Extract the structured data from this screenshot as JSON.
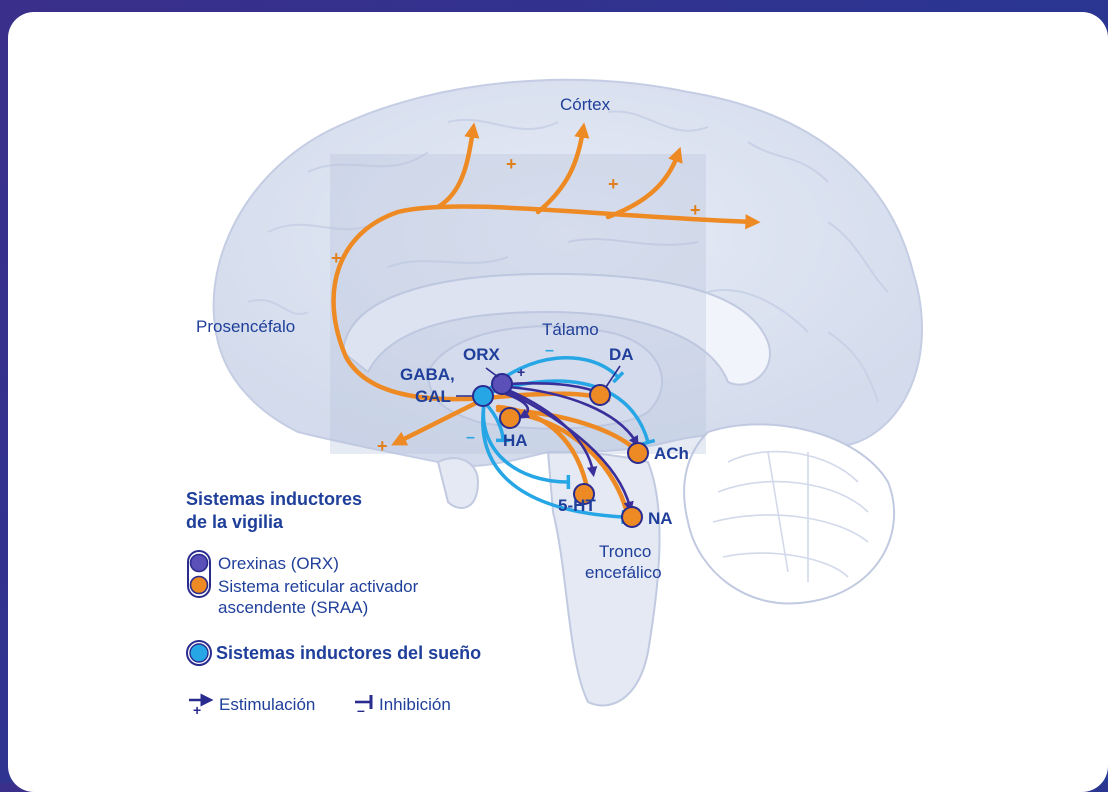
{
  "regions": {
    "cortex": "Córtex",
    "forebrain": "Prosencéfalo",
    "thalamus": "Tálamo",
    "brainstem_line1": "Tronco",
    "brainstem_line2": "encefálico"
  },
  "nuclei": {
    "orx": "ORX",
    "gaba_line1": "GABA,",
    "gaba_line2": "GAL",
    "da": "DA",
    "ha": "HA",
    "ach": "ACh",
    "ht": "5-HT",
    "na": "NA"
  },
  "signs": {
    "plus": "+",
    "minus": "–"
  },
  "legend": {
    "wake_title_line1": "Sistemas inductores",
    "wake_title_line2": "de la vigilia",
    "orexins": "Orexinas (ORX)",
    "sraa_line1": "Sistema reticular activador",
    "sraa_line2": "ascendente (SRAA)",
    "sleep_title": "Sistemas inductores del sueño",
    "stimulation": "Estimulación",
    "inhibition": "Inhibición"
  },
  "colors": {
    "orange": "#ee8a24",
    "purple": "#5a50b8",
    "cyan": "#27a6e6",
    "navy": "#2a2b8f",
    "label": "#1f3f9a"
  }
}
